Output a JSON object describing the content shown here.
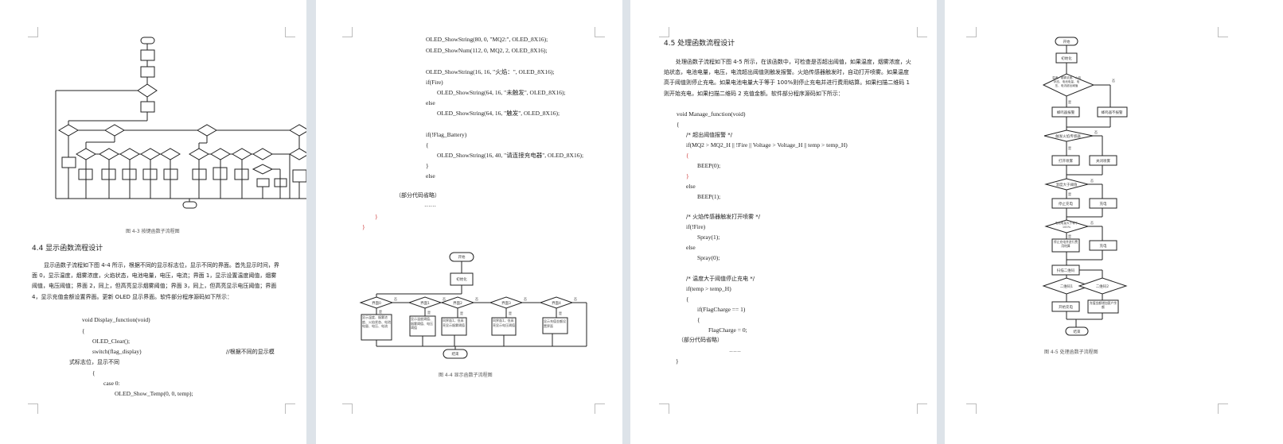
{
  "page1": {
    "flowchart_caption": "图 4-3  按键函数子流程图",
    "section_heading": "4.4  显示函数流程设计",
    "paragraph": "显示函数子流程如下图 4-4 所示，根据不同的显示标志位，显示不同的界面。首先显示时间，界面 0，显示温度，烟雾浓度，火焰状态，电池电量，电压，电流；界面 1，显示设置温度阈值，烟雾阈值，电压阈值；界面 2，同上，但高亮显示烟雾阈值；界面 3，同上，但高亮显示电压阈值；界面 4，显示充值金额设置界面。更新 OLED 显示界面。软件部分程序源码如下所示：",
    "code": [
      "void Display_function(void)",
      "{",
      "OLED_Clear();",
      "switch(flag_display)",
      "//根据不同的显示模",
      "式标志位，显示不同",
      "{",
      "case 0:",
      "OLED_Show_Temp(0, 0, temp);"
    ]
  },
  "page2": {
    "code": [
      "OLED_ShowString(80, 0, \"MQ2:\", OLED_8X16);",
      "OLED_ShowNum(112, 0, MQ2, 2, OLED_8X16);",
      "OLED_ShowString(16, 16, \"火焰：\", OLED_8X16);",
      "if(Fire)",
      "OLED_ShowString(64, 16, \"未触发\", OLED_8X16);",
      "else",
      "OLED_ShowString(64, 16, \"触发\", OLED_8X16);",
      "if(!Flag_Battery)",
      "{",
      "OLED_ShowString(16, 40, \"请连接充电器\", OLED_8X16);",
      "}",
      "else"
    ],
    "omitted": "（部分代码省略）",
    "ellipsis": "……",
    "close1": "}",
    "close2": "}",
    "flowchart": {
      "start": "开始",
      "init": "初始化",
      "yes": "是",
      "no": "否",
      "end": "结束",
      "decisions": [
        "界面0",
        "界面1",
        "界面2",
        "界面3",
        "界面4"
      ],
      "actions": [
        "显示温度、烟雾浓度、火焰状态、电池电量、电压、电流",
        "显示温度阈值、烟雾阈值、电压阈值",
        "同界面1，但高亮显示烟雾阈值",
        "同界面1，但高亮显示电压阈值",
        "显示充值金额设置界面"
      ],
      "caption": "图 4-4  显示函数子流程图"
    }
  },
  "page3": {
    "section_heading": "4.5  处理函数流程设计",
    "paragraph": "处理函数子流程如下图 4-5 所示，在该函数中，可检查是否超出阈值，如果温度，烟雾浓度，火焰状态，电池电量，电压，电流超出阈值则触发报警。火焰传感器触发时，自动打开喷雾。如果温度高于阈值则停止充电。如果电池电量大于等于 100%则停止充电并进行费用结算。如果扫描二维码 1 则开始充电，如果扫描二维码 2 充值金额。软件部分程序源码如下所示：",
    "code": [
      "void Manage_function(void)",
      "{",
      "/* 超出阈值报警 */",
      "if(MQ2 > MQ2_H || !Fire || Voltage > Voltage_H || temp > temp_H)",
      "{",
      "BEEP(0);",
      "}",
      "else",
      "BEEP(1);",
      "/* 火焰传感器触发打开喷雾 */",
      "if(!Fire)",
      "Spray(1);",
      "else",
      "Spray(0);",
      "/* 温度大于阈值停止充电 */",
      "if(temp > temp_H)",
      "{",
      "if(FlagCharge == 1)",
      "{",
      "FlagCharge = 0;"
    ],
    "omitted": "（部分代码省略）",
    "ellipsis": "……",
    "close": "}"
  },
  "page4": {
    "flowchart": {
      "start": "开始",
      "init": "初始化",
      "d1": "温度、烟雾浓度、火焰状态、电池电量、电压、电流超出阈值",
      "a1_yes": "蜂鸣器报警",
      "a1_no": "蜂鸣器不报警",
      "d2": "触发火焰传感器",
      "a2_yes": "打开喷雾",
      "a2_no": "关闭喷雾",
      "d3": "温度大于阈值",
      "a3_yes": "停止充电",
      "a3_no": "充电",
      "d4": "电池电量大于等于100%",
      "a4_yes": "停止充电并进行费用结算",
      "a4_no": "充电",
      "scan": "扫描二维码",
      "d5a": "二维码1",
      "d5b": "二维码2",
      "a5a": "开始充电",
      "a5b": "充值金额增加客户余额",
      "end": "结束",
      "yes": "是",
      "no": "否"
    },
    "caption": "图 4-5  处理函数子流程图"
  }
}
